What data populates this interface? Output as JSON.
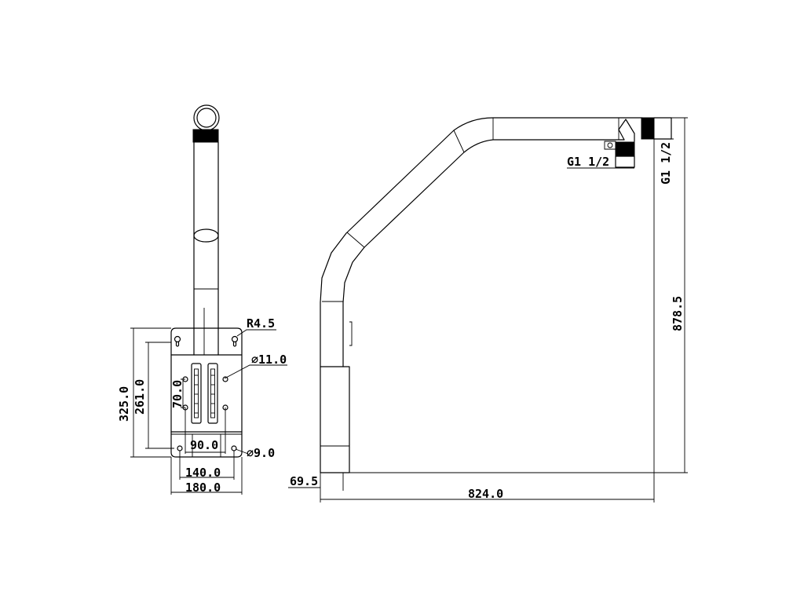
{
  "dimensions": {
    "r45": "R4.5",
    "d110": "⌀11.0",
    "d90": "⌀9.0",
    "h3250": "325.0",
    "h2610": "261.0",
    "h700": "70.0",
    "w900": "90.0",
    "w1400": "140.0",
    "w1800": "180.0",
    "off695": "69.5",
    "w8240": "824.0",
    "h8785": "878.5",
    "thread_side": "G1 1/2",
    "thread_end": "G1 1/2"
  },
  "icons": {
    "front_view": "bracket-front-view",
    "side_view": "bracket-side-view"
  }
}
